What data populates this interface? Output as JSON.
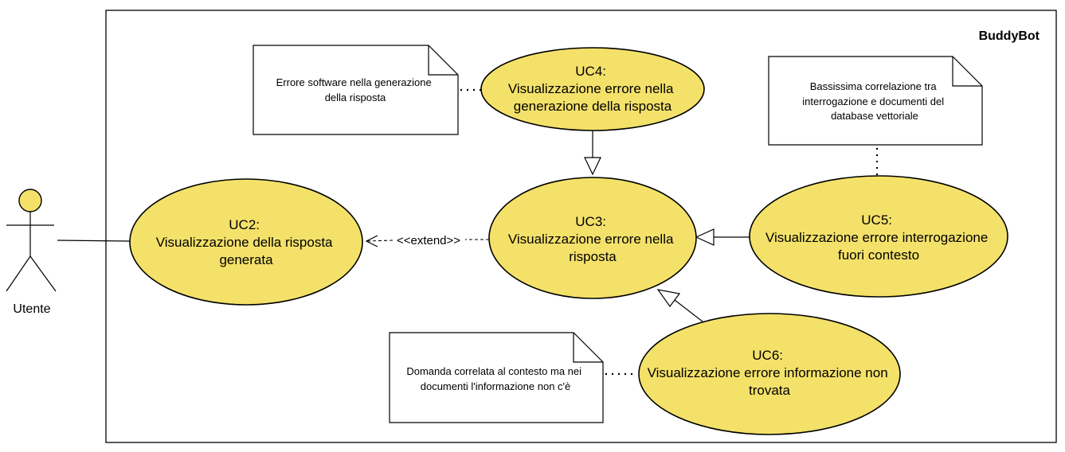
{
  "system": {
    "title": "BuddyBot"
  },
  "actor": {
    "label": "Utente",
    "icon": "stick-figure-icon"
  },
  "use_cases": {
    "uc2": {
      "lines": [
        "UC2:",
        "Visualizzazione della risposta",
        "generata"
      ]
    },
    "uc3": {
      "lines": [
        "UC3:",
        "Visualizzazione errore nella",
        "risposta"
      ]
    },
    "uc4": {
      "lines": [
        "UC4:",
        "Visualizzazione errore nella",
        "generazione della risposta"
      ]
    },
    "uc5": {
      "lines": [
        "UC5:",
        "Visualizzazione errore interrogazione",
        "fuori contesto"
      ]
    },
    "uc6": {
      "lines": [
        "UC6:",
        "Visualizzazione errore informazione non",
        "trovata"
      ]
    }
  },
  "notes": {
    "uc4": {
      "lines": [
        "Errore software nella generazione",
        "della risposta"
      ]
    },
    "uc5": {
      "lines": [
        "Bassissima correlazione tra",
        "interrogazione e documenti del",
        "database vettoriale"
      ]
    },
    "uc6": {
      "lines": [
        "Domanda correlata al contesto ma nei",
        "documenti l'informazione non c'è"
      ]
    }
  },
  "relations": {
    "extend_label": "<<extend>>"
  },
  "colors": {
    "use_case_fill": "#f4e16a",
    "actor_head_fill": "#f4e16a",
    "stroke": "#000000",
    "background": "#ffffff"
  }
}
